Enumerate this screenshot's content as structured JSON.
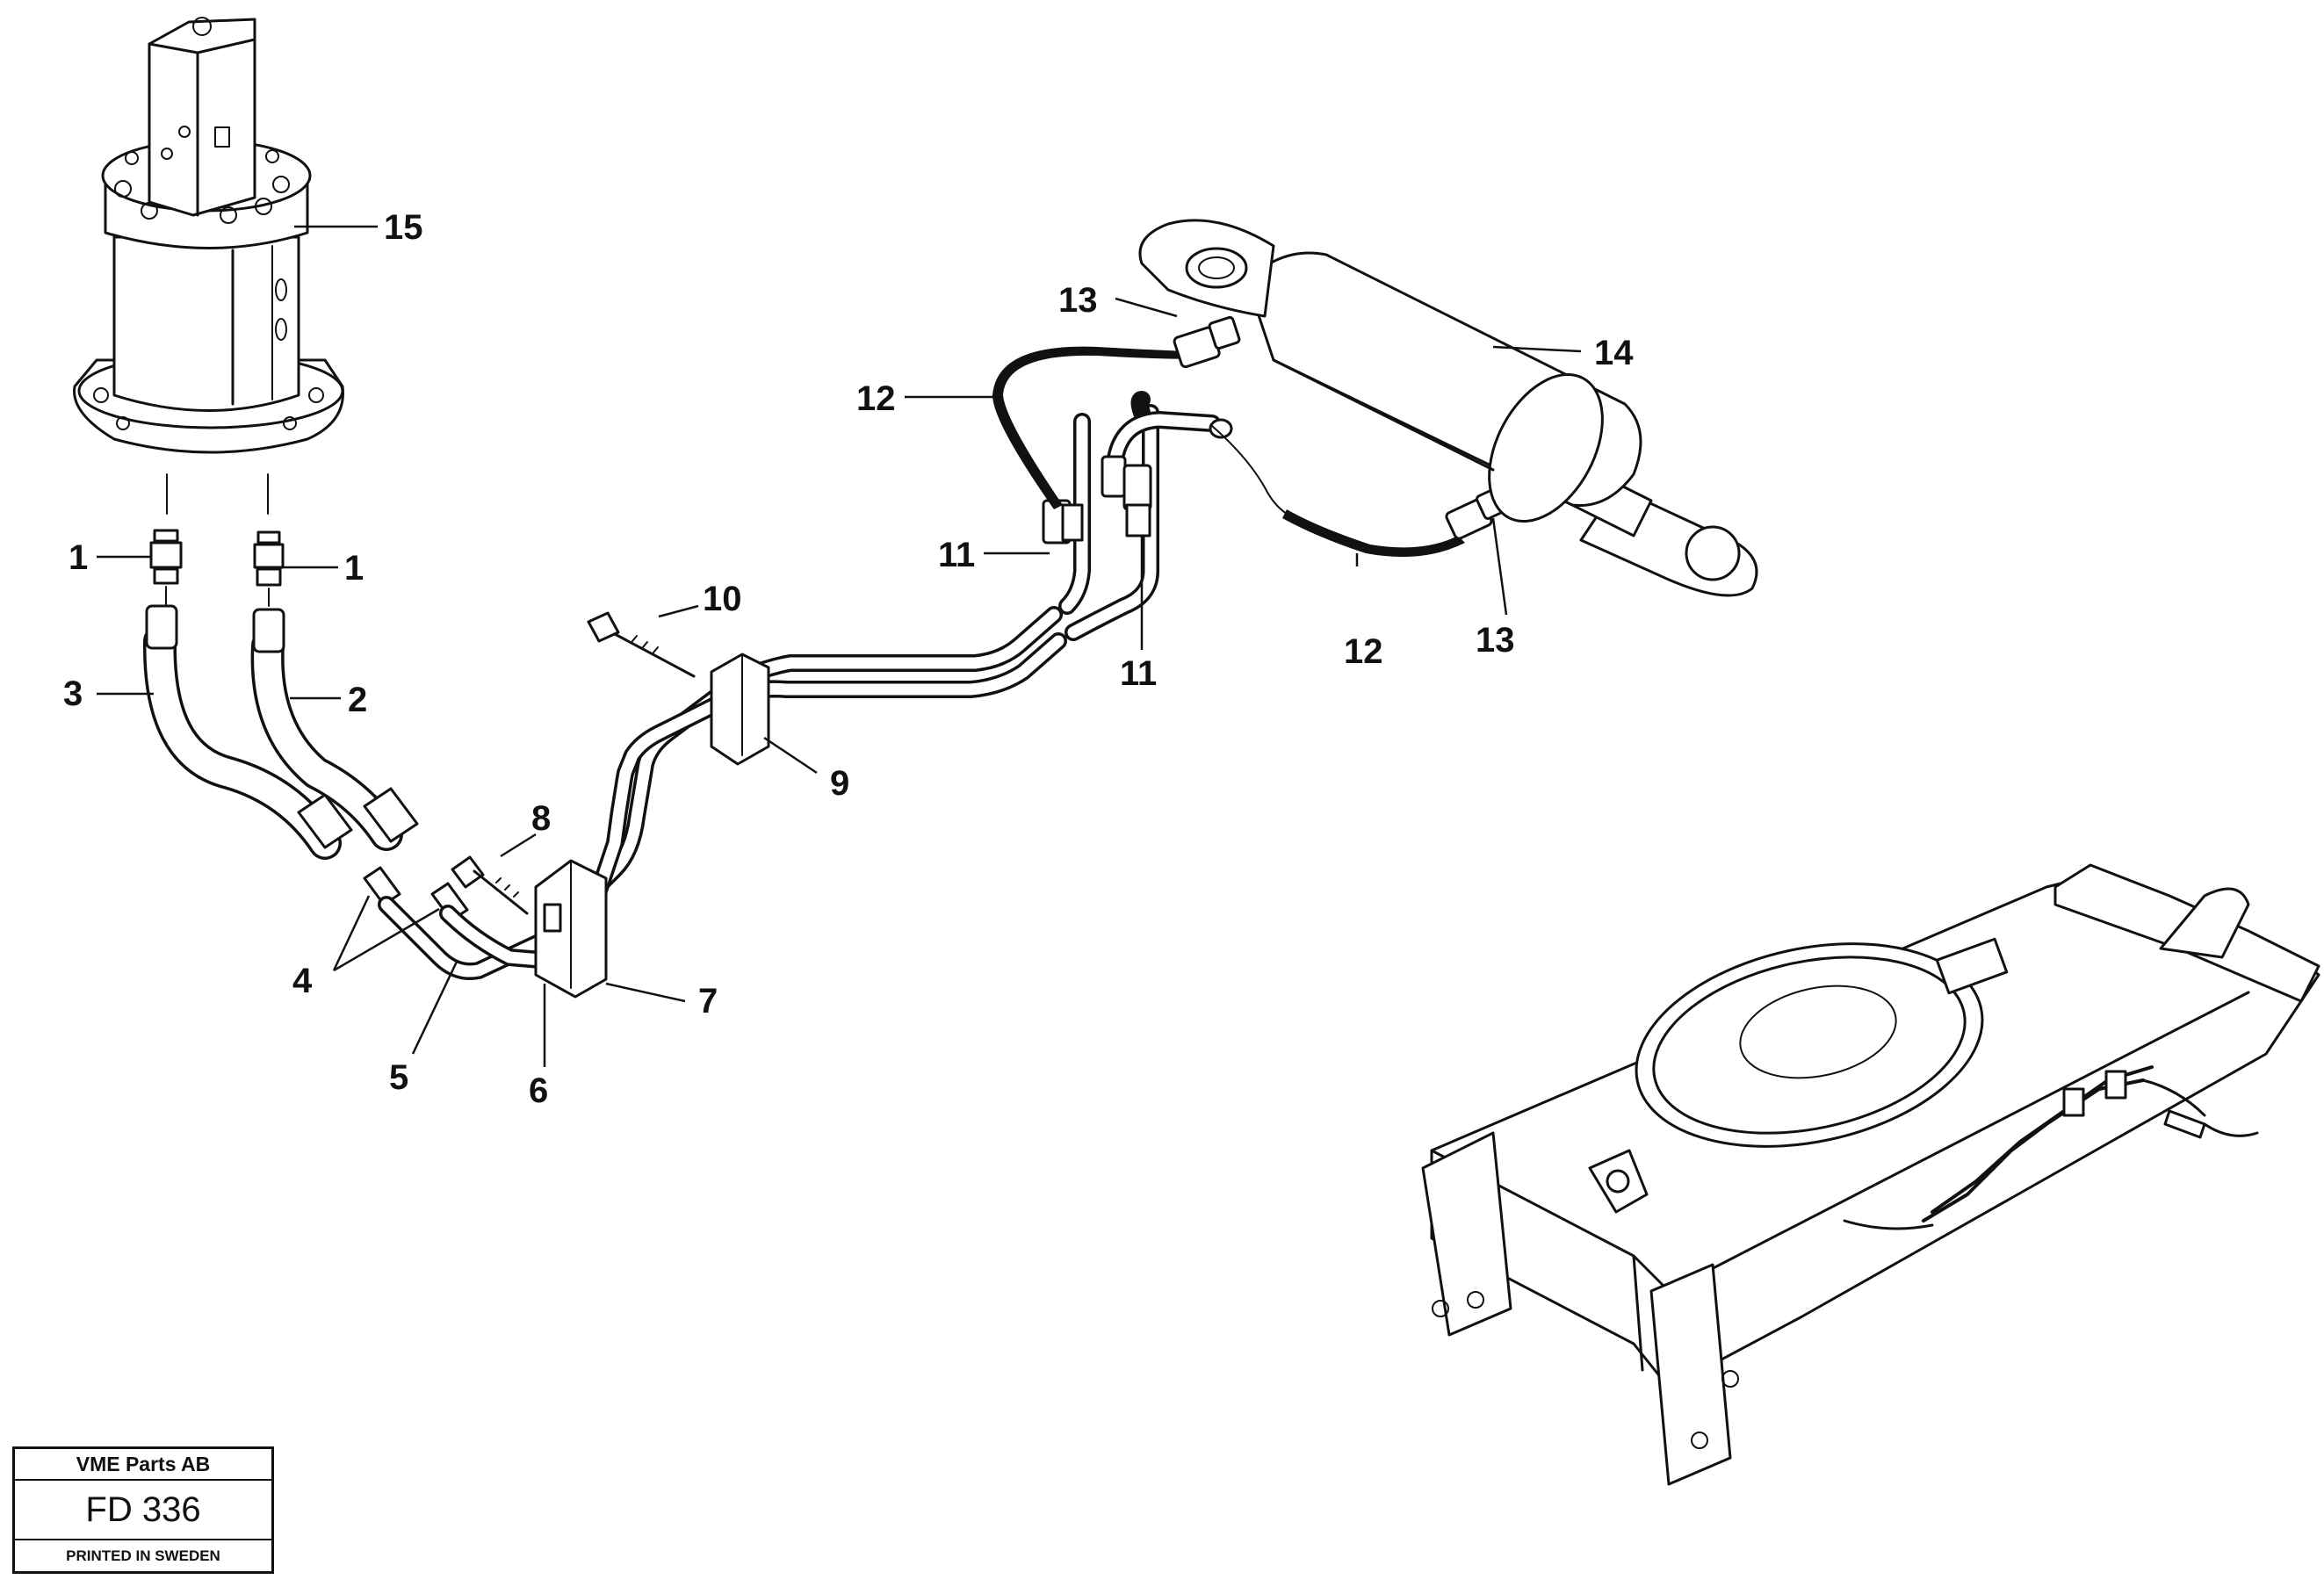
{
  "callouts": {
    "c1a": "1",
    "c1b": "1",
    "c2": "2",
    "c3": "3",
    "c4": "4",
    "c5": "5",
    "c6": "6",
    "c7": "7",
    "c8": "8",
    "c9": "9",
    "c10": "10",
    "c11a": "11",
    "c11b": "11",
    "c12a": "12",
    "c12b": "12",
    "c13a": "13",
    "c13b": "13",
    "c14": "14",
    "c15": "15"
  },
  "title_block": {
    "company": "VME Parts AB",
    "drawing_number": "FD 336",
    "printed": "PRINTED IN SWEDEN"
  }
}
